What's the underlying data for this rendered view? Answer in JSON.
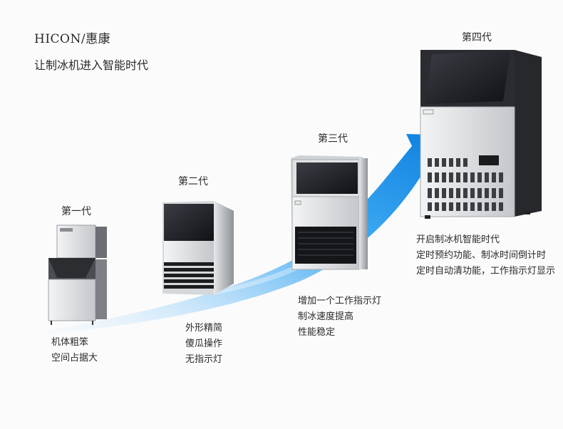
{
  "header": {
    "brand": "HICON/惠康",
    "slogan": "让制冰机进入智能时代"
  },
  "generations": [
    {
      "label": "第一代",
      "desc": [
        "机体粗笨",
        "空间占据大"
      ]
    },
    {
      "label": "第二代",
      "desc": [
        "外形精简",
        "傻瓜操作",
        "无指示灯"
      ]
    },
    {
      "label": "第三代",
      "desc": [
        "增加一个工作指示灯",
        "制冰速度提高",
        "性能稳定"
      ]
    },
    {
      "label": "第四代",
      "desc": [
        "开启制冰机智能时代",
        "定时预约功能、制冰时间倒计时",
        "定时自动清功能，工作指示灯显示"
      ]
    }
  ],
  "colors": {
    "arrow": "#1d8fe8",
    "arrow_light": "#bfe2fb",
    "steel": "#c9ccd0",
    "panel": "#1b1d22"
  }
}
